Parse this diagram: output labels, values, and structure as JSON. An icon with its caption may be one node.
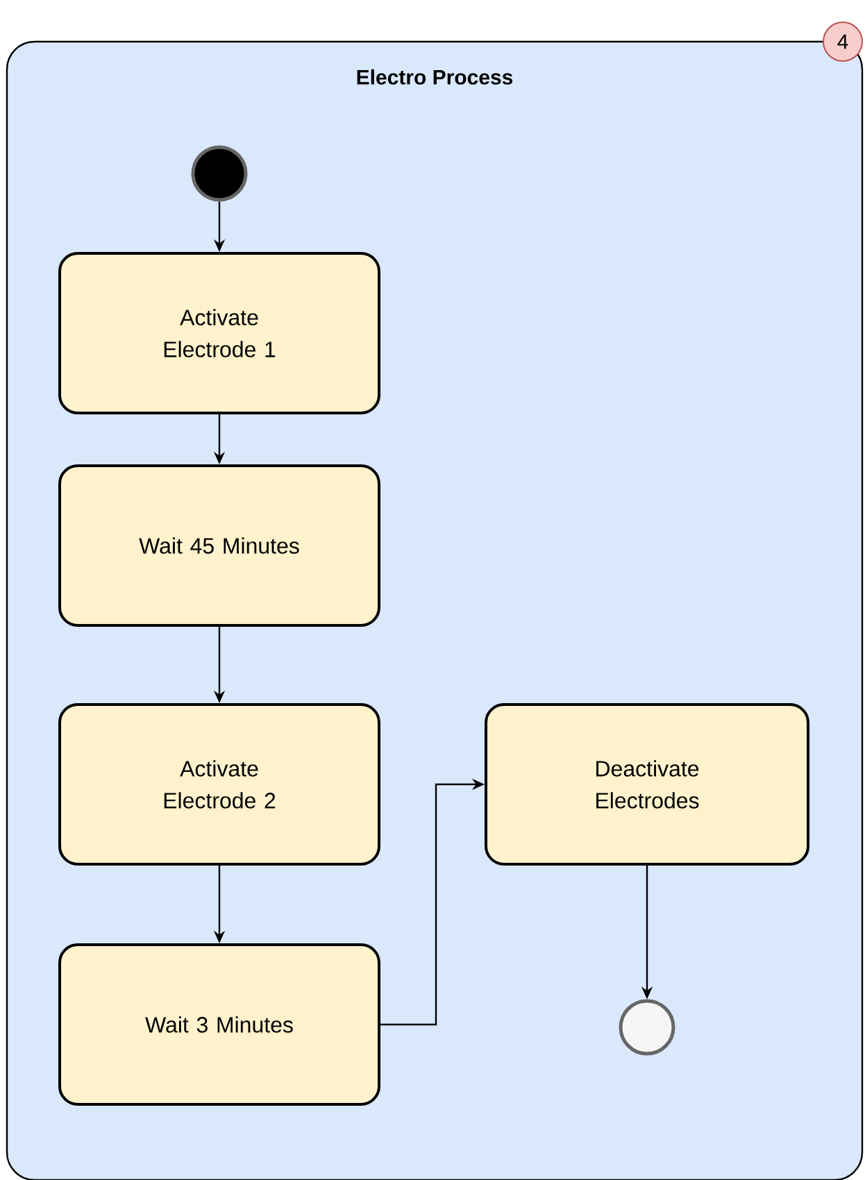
{
  "diagram": {
    "nodes": [
      {
        "text": [
          "Electro Process"
        ]
      },
      {
        "text": [
          "4"
        ]
      },
      {
        "text": [],
        "shape": "circle",
        "in": 0
      },
      {
        "text": [
          "Activate Electrode 1"
        ],
        "in": 0
      },
      {
        "text": [
          "Wait 45 Minutes"
        ],
        "in": 0
      },
      {
        "text": [
          "Activate Electrode 2"
        ],
        "in": 0
      },
      {
        "text": [
          "Wait 3 Minutes"
        ],
        "in": 0
      },
      {
        "text": [
          "Deactivate Electrodes"
        ],
        "in": 0
      },
      {
        "text": [],
        "shape": "circle",
        "in": 0
      }
    ],
    "edges": [
      {
        "from": 2,
        "to": 3,
        "arrow": "to"
      },
      {
        "from": 3,
        "to": 4,
        "arrow": "to"
      },
      {
        "from": 4,
        "to": 5,
        "arrow": "to"
      },
      {
        "from": 5,
        "to": 6,
        "arrow": "to"
      },
      {
        "from": 6,
        "to": 7,
        "arrow": "to"
      },
      {
        "from": 7,
        "to": 8,
        "arrow": "to"
      }
    ]
  }
}
